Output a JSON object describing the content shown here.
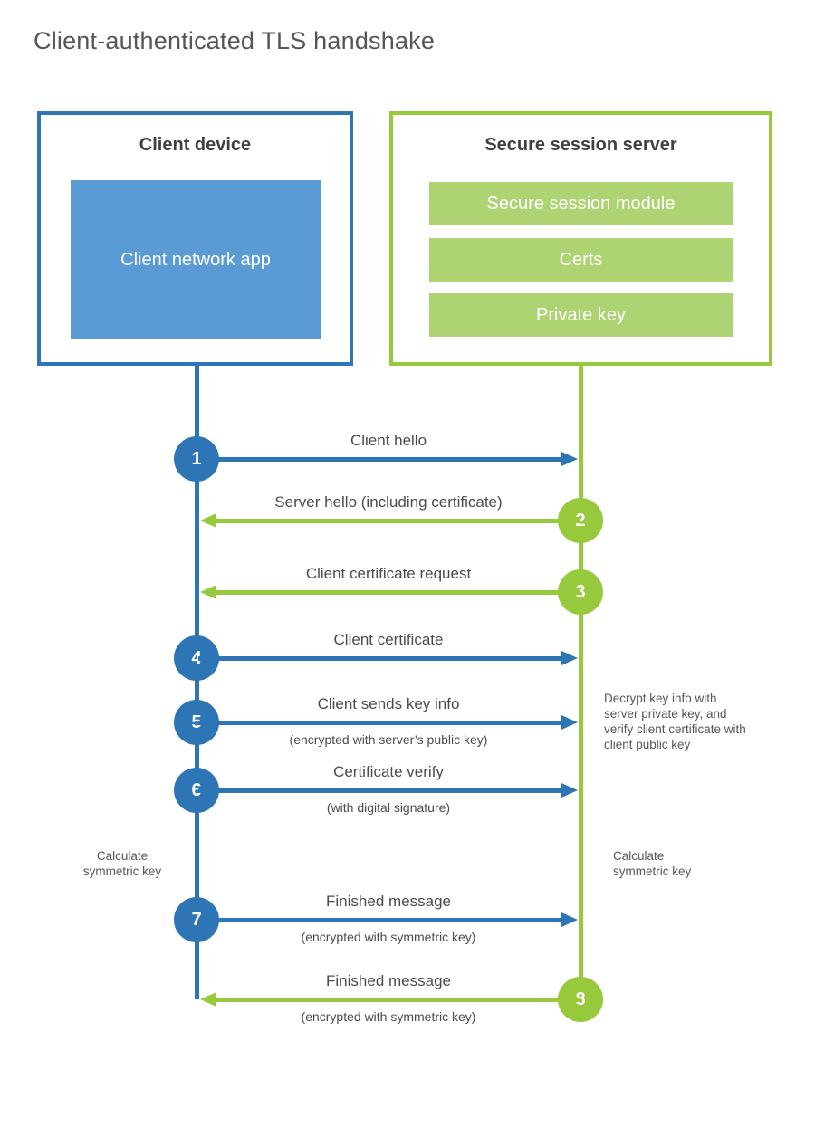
{
  "title": "Client-authenticated TLS handshake",
  "colors": {
    "blue_accent": "#2e75b6",
    "blue_light": "#5b9bd5",
    "green_accent": "#97c93d",
    "green_light": "#aed373"
  },
  "client_box": {
    "title": "Client device",
    "app": "Client network app"
  },
  "server_box": {
    "title": "Secure session server",
    "modules": [
      "Secure session module",
      "Certs",
      "Private key"
    ]
  },
  "steps": [
    {
      "num": "1",
      "direction": "client-to-server",
      "label": "Client hello",
      "sub": ""
    },
    {
      "num": "2",
      "direction": "server-to-client",
      "label": "Server hello (including certificate)",
      "sub": ""
    },
    {
      "num": "3",
      "direction": "server-to-client",
      "label": "Client certificate request",
      "sub": ""
    },
    {
      "num": "4",
      "direction": "client-to-server",
      "label": "Client certificate",
      "sub": ""
    },
    {
      "num": "5",
      "direction": "client-to-server",
      "label": "Client sends key info",
      "sub": "(encrypted with server’s public key)"
    },
    {
      "num": "6",
      "direction": "client-to-server",
      "label": "Certificate verify",
      "sub": "(with digital signature)"
    },
    {
      "num": "7",
      "direction": "client-to-server",
      "label": "Finished message",
      "sub": "(encrypted with symmetric key)"
    },
    {
      "num": "8",
      "direction": "server-to-client",
      "label": "Finished message",
      "sub": "(encrypted with symmetric key)"
    }
  ],
  "annotations": {
    "decrypt_note": "Decrypt key info with server private key, and verify client certificate with client public key",
    "calculate_left": "Calculate symmetric key",
    "calculate_right": "Calculate symmetric key"
  }
}
